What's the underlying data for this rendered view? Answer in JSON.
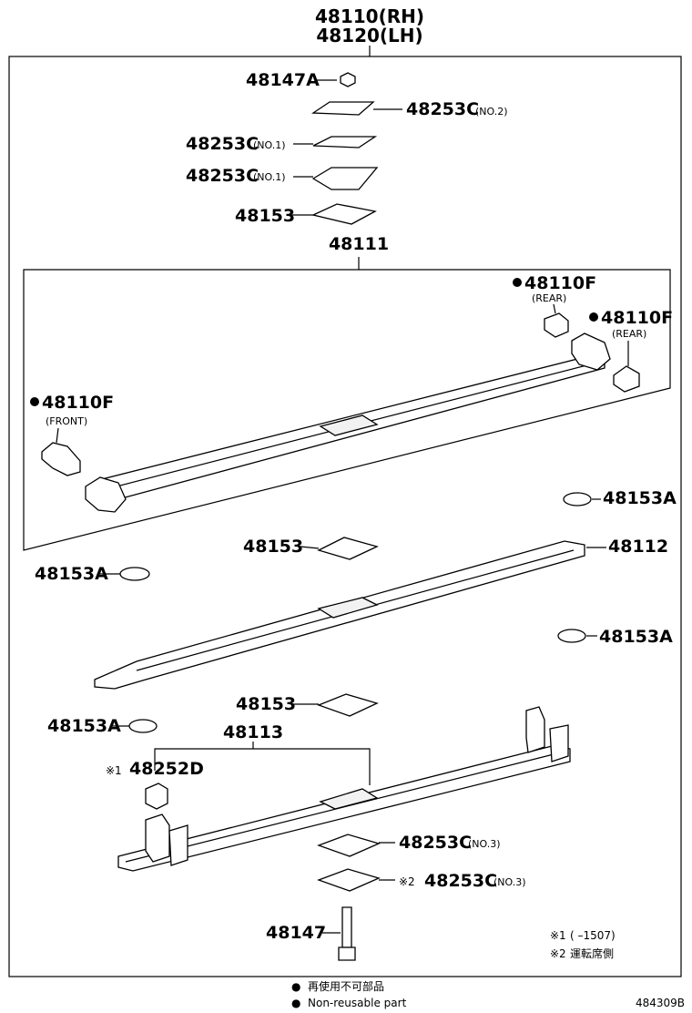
{
  "assembly": {
    "rh": "48110(RH)",
    "lh": "48120(LH)"
  },
  "parts": {
    "p48147A": "48147A",
    "p48253C_no2": "48253C",
    "no2": "(NO.2)",
    "p48253C_no1a": "48253C",
    "no1a": "(NO.1)",
    "p48253C_no1b": "48253C",
    "no1b": "(NO.1)",
    "p48153_top": "48153",
    "p48111": "48111",
    "p48110F_rear1": "48110F",
    "rear1": "(REAR)",
    "p48110F_rear2": "48110F",
    "rear2": "(REAR)",
    "p48110F_front": "48110F",
    "front": "(FRONT)",
    "p48153A_1": "48153A",
    "p48153_mid": "48153",
    "p48112": "48112",
    "p48153A_2": "48153A",
    "p48153A_3": "48153A",
    "p48153_low": "48153",
    "p48153A_4": "48153A",
    "p48113": "48113",
    "mark1": "※1",
    "p48252D": "48252D",
    "p48253C_no3a": "48253C",
    "no3a": "(NO.3)",
    "mark2": "※2",
    "p48253C_no3b": "48253C",
    "no3b": "(NO.3)",
    "p48147": "48147"
  },
  "notes": {
    "n1_mark": "※1",
    "n1_text": "(      –1507)",
    "n2_mark": "※2",
    "n2_text": "運転席側"
  },
  "legend": {
    "bullet": "●",
    "line1": "再使用不可部品",
    "line2": "Non-reusable part"
  },
  "figure_id": "484309B"
}
